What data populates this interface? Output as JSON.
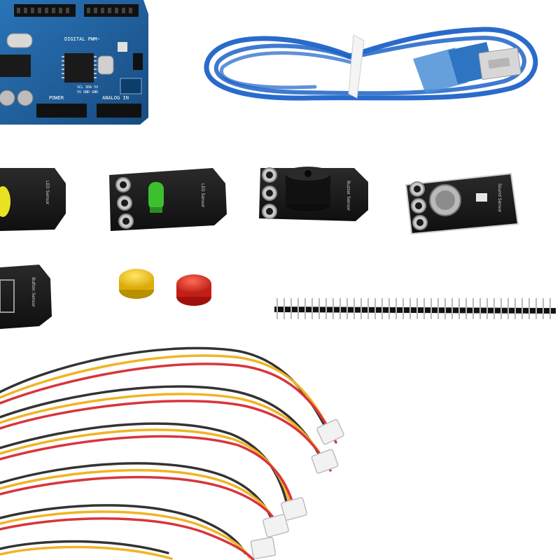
{
  "board": {
    "label_pwm": "DIGITAL PWM~",
    "label_power": "POWER",
    "label_analog": "ANALOG IN",
    "label_pins": "5V  GND  GND",
    "label_i2c": "SCL SDA 5V"
  },
  "modules": {
    "led_yellow": {
      "label": "LED Sensor"
    },
    "led_green": {
      "label": "LED Sensor"
    },
    "buzzer": {
      "label": "Buzzer Sensor"
    },
    "sound": {
      "label": "Sound Sensor"
    },
    "button": {
      "label": "Button Sensor"
    }
  },
  "colors": {
    "pcb_black": "#161616",
    "board_blue": "#1f5f9f",
    "cable_blue": "#1d63c8",
    "wire_red": "#d8353c",
    "wire_yellow": "#f0b424",
    "wire_black": "#333333",
    "cap_yellow": "#f3c514",
    "cap_red": "#d92a22"
  }
}
